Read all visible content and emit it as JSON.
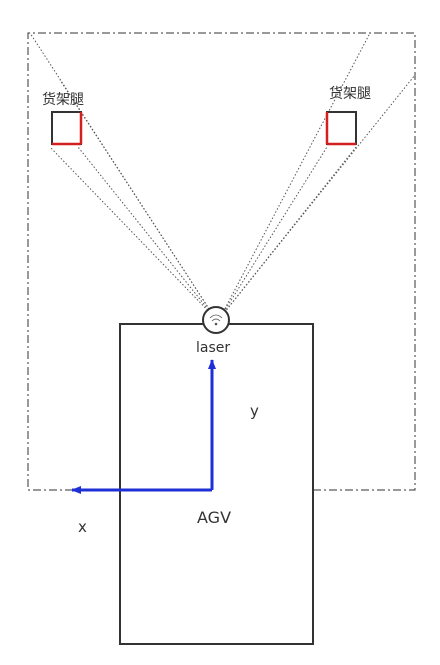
{
  "labels": {
    "shelf_leg_left": "货架腿",
    "shelf_leg_right": "货架腿",
    "laser": "laser",
    "agv": "AGV",
    "axis_x": "x",
    "axis_y": "y"
  },
  "colors": {
    "outline": "#333333",
    "shelf_edge": "#d21f1f",
    "axis_arrow": "#1f2fd6",
    "scan_line": "#555555"
  }
}
